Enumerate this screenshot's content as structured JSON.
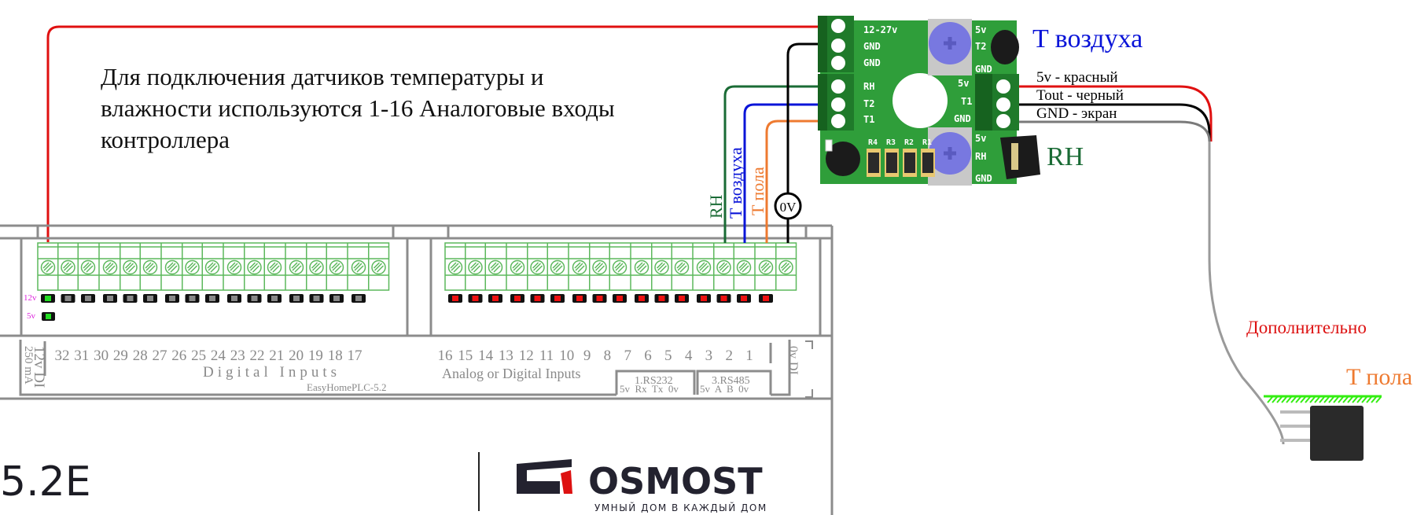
{
  "description": {
    "lines": [
      "Для подключения датчиков температуры и",
      "влажности используются 1-16 Аналоговые входы",
      "контроллера"
    ]
  },
  "controller": {
    "model_label": "EasyHomePLC-5.2",
    "digital_inputs_title": "Digital Inputs",
    "analog_inputs_title": "Analog or Digital Inputs",
    "digital_input_numbers": [
      "32",
      "31",
      "30",
      "29",
      "28",
      "27",
      "26",
      "25",
      "24",
      "23",
      "22",
      "21",
      "20",
      "19",
      "18",
      "17"
    ],
    "analog_input_numbers": [
      "16",
      "15",
      "14",
      "13",
      "12",
      "11",
      "10",
      "9",
      "8",
      "7",
      "6",
      "5",
      "4",
      "3",
      "2",
      "1"
    ],
    "power_label_line1": "12v DI",
    "power_label_line2": "250 mA",
    "zero_v_di_label": "0v DI",
    "led_12v_label": "12v",
    "led_5v_label": "5v",
    "rs232": {
      "title": "1.RS232",
      "pins": "5v  Rx  Tx  0v"
    },
    "rs485": {
      "title": "3.RS485",
      "pins": "5v  A  B  0v"
    },
    "led_colors": {
      "digital_active": "#22dd22",
      "digital_idle": "#888888",
      "analog": "#ee1111"
    }
  },
  "wire_labels": {
    "rh": "RH",
    "t_air": "T воздуха",
    "t_floor": "T пола",
    "zero_v": "0V"
  },
  "sensor_board": {
    "pins_power": [
      "12-27v",
      "GND",
      "GND"
    ],
    "pins_out": [
      "RH",
      "T2",
      "T1"
    ],
    "pins_probe": [
      "5v",
      "T1",
      "GND"
    ],
    "pins_t2": [
      "5v",
      "T2",
      "GND"
    ],
    "pins_rh": [
      "5v",
      "RH",
      "GND"
    ],
    "resistors": [
      "R4",
      "R3",
      "R2",
      "R1"
    ]
  },
  "sensor_labels": {
    "t_air": "T воздуха",
    "rh": "RH",
    "optional": "Дополнительно",
    "t_floor": "T пола"
  },
  "probe_wires": [
    {
      "label": "5v - красный",
      "color": "#e01010"
    },
    {
      "label": "Tout - черный",
      "color": "#000000"
    },
    {
      "label": "GND - экран",
      "color": "#7a7a7a"
    }
  ],
  "colors": {
    "rh_wire": "#1a6b35",
    "t_air_wire": "#0a14d8",
    "t_floor_wire": "#ee7a30",
    "power_wire": "#e01010",
    "gnd_wire": "#000000",
    "optional_text": "#dd1111",
    "pcb_green": "#2f9e3a"
  },
  "footer": {
    "model_short": "5.2E",
    "brand": "OSMOST",
    "brand_tagline": "УМНЫЙ ДОМ В КАЖДЫЙ ДОМ"
  }
}
